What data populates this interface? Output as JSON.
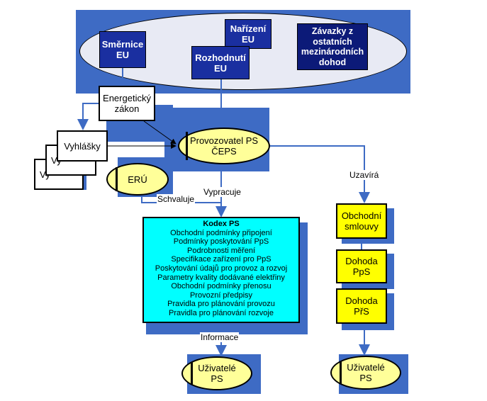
{
  "eu_sources": {
    "smernice": "Směrnice\nEU",
    "narizeni": "Nařízení\nEU",
    "rozhodnuti": "Rozhodnutí\nEU",
    "zavazky": "Závazky z\nostatních\nmezinárodních\ndohod"
  },
  "energeticky_zakon": "Energetický\nzákon",
  "vyhlasky": [
    "Vyhlášky",
    "Vy",
    "Vy"
  ],
  "operator": "Provozovatel PS\nČEPS",
  "eru": "ERÚ",
  "labels": {
    "schvaluje": "Schvaluje",
    "vypracuje": "Vypracuje",
    "uzavira": "Uzavírá",
    "informace": "Informace"
  },
  "kodex": {
    "title": "Kodex PS",
    "items": [
      "Obchodní podmínky připojení",
      "Podmínky poskytování PpS",
      "Podrobnosti měření",
      "Specifikace zařízení pro PpS",
      "Poskytování údajů pro provoz a rozvoj",
      "Parametry kvality dodávané elektřiny",
      "Obchodní podmínky přenosu",
      "Provozní předpisy",
      "Pravidla pro plánování provozu",
      "Pravidla pro plánování rozvoje"
    ]
  },
  "contracts": {
    "obchodni_smlouvy": "Obchodní\nsmlouvy",
    "dohoda_pps": "Dohoda\nPpS",
    "dohoda_prs": "Dohoda\nPřS"
  },
  "users_left": "Uživatelé\nPS",
  "users_right": "Uživatelé\nPS",
  "colors": {
    "shadow_blue": "#3e6bc4",
    "eu_blue": "#1a2fa0",
    "eu_navy": "#0c1a78",
    "yellow": "#ffff00",
    "ellipse_yellow": "#ffff99",
    "cyan": "#00ffff",
    "oval_bg": "#e8eaf4"
  }
}
